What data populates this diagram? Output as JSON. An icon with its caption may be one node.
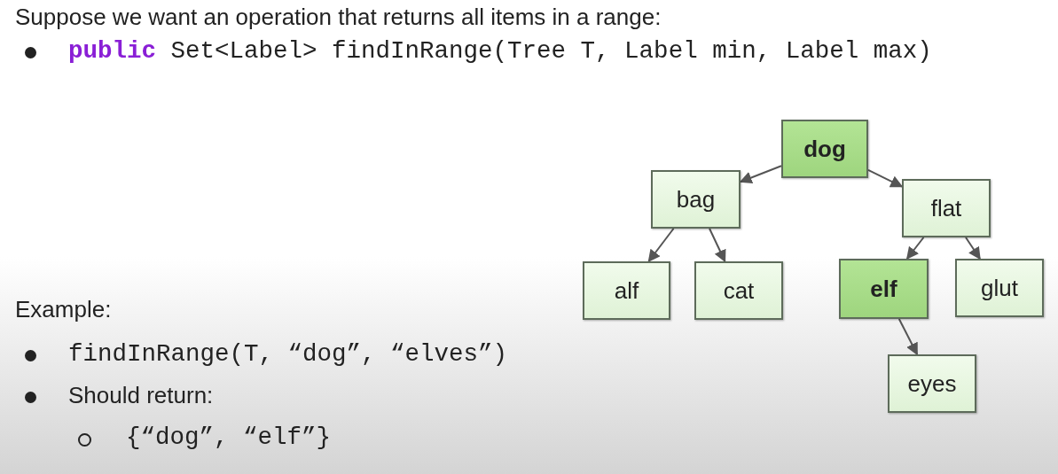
{
  "diagram": {
    "nodes": [
      {
        "text": [
          "**dog**"
        ]
      },
      {
        "text": [
          "bag"
        ]
      },
      {
        "text": [
          "flat"
        ]
      },
      {
        "text": [
          "alf"
        ]
      },
      {
        "text": [
          "cat"
        ]
      },
      {
        "text": [
          "**elf**"
        ]
      },
      {
        "text": [
          "glut"
        ]
      },
      {
        "text": [
          "eyes"
        ]
      }
    ],
    "edges": [
      {
        "from": 0,
        "to": 1,
        "arrow": "to"
      },
      {
        "from": 0,
        "to": 2,
        "arrow": "to"
      },
      {
        "from": 1,
        "to": 3,
        "arrow": "to"
      },
      {
        "from": 1,
        "to": 4,
        "arrow": "to"
      },
      {
        "from": 2,
        "to": 5,
        "arrow": "to"
      },
      {
        "from": 2,
        "to": 6,
        "arrow": "to"
      },
      {
        "from": 5,
        "to": 7,
        "arrow": "to"
      }
    ],
    "labels": [
      "Suppose we want an operation that returns all items in a range:",
      "**public** Set<Label> findInRange(Tree T, Label min, Label max)",
      "Example:",
      "findInRange(T, “dog”, “elves”)",
      "Should return:",
      "{“dog”, “elf”}"
    ]
  }
}
